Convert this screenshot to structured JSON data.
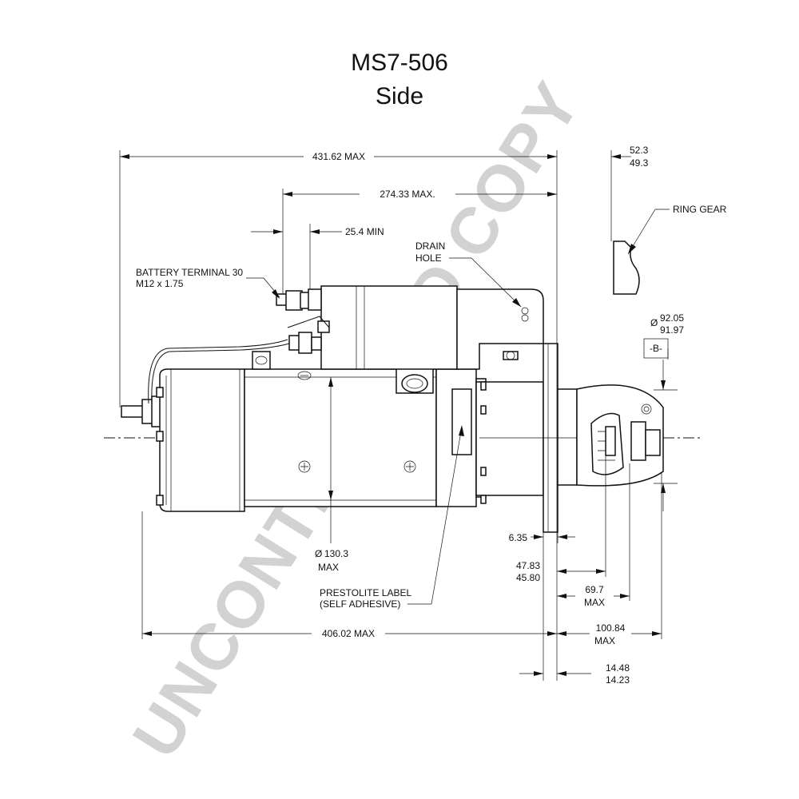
{
  "title": {
    "model": "MS7-506",
    "view": "Side"
  },
  "watermark": "UNCONTROLLED COPY",
  "dimensions": {
    "overall_length": "431.62 MAX",
    "mount_to_terminal": "274.33 MAX.",
    "terminal_spacing": "25.4 MIN",
    "flange_offset_upper": "52.3",
    "flange_offset_lower": "49.3",
    "pilot_dia_upper": "92.05",
    "pilot_dia_lower": "91.97",
    "datum": "-B-",
    "motor_dia": "130.3",
    "motor_dia_suffix": "MAX",
    "pilot_length": "6.35",
    "pinion_upper": "47.83",
    "pinion_lower": "45.80",
    "pinion_travel": "69.7",
    "pinion_travel_suffix": "MAX",
    "nose_length": "100.84",
    "nose_length_suffix": "MAX",
    "body_length": "406.02 MAX",
    "flange_thick_upper": "14.48",
    "flange_thick_lower": "14.23"
  },
  "callouts": {
    "battery_terminal_line1": "BATTERY TERMINAL 30",
    "battery_terminal_line2": "M12 x 1.75",
    "drain_line1": "DRAIN",
    "drain_line2": "HOLE",
    "ring_gear": "RING GEAR",
    "label_line1": "PRESTOLITE LABEL",
    "label_line2": "(SELF ADHESIVE)"
  },
  "symbols": {
    "diameter": "Ø"
  },
  "colors": {
    "line": "#111111",
    "watermark": "#d2d2d2",
    "background": "#ffffff"
  }
}
